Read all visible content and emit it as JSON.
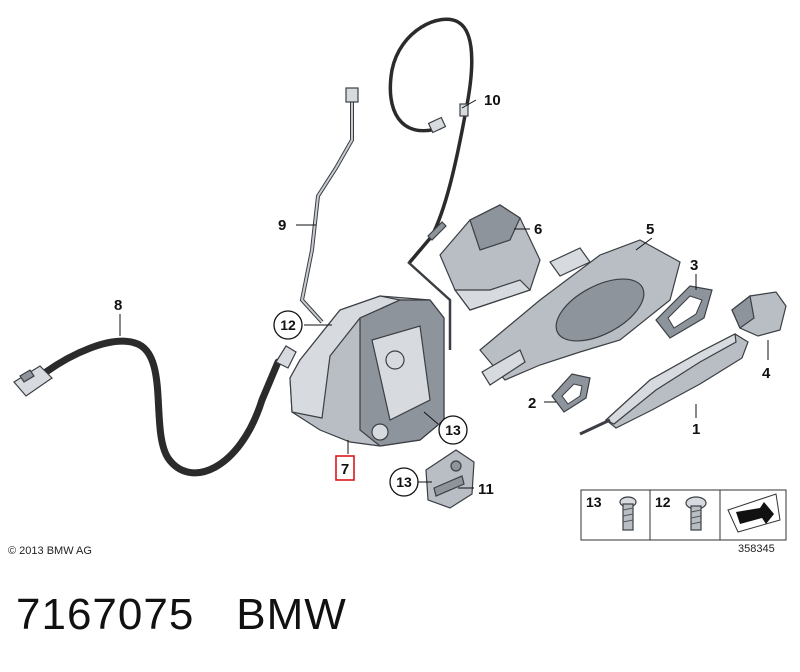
{
  "copyright": "© 2013 BMW AG",
  "diagram_number": "358345",
  "footer": {
    "part_number": "7167075",
    "brand": "BMW"
  },
  "labels": {
    "p1": "1",
    "p2": "2",
    "p3": "3",
    "p4": "4",
    "p5": "5",
    "p6": "6",
    "p7": "7",
    "p8": "8",
    "p9": "9",
    "p10": "10",
    "p11": "11",
    "p12": "12",
    "p13a": "13",
    "p13b": "13"
  },
  "legend": {
    "screw13": "13",
    "screw12": "12"
  },
  "colors": {
    "highlight": "#d8191c",
    "part": "#b9bec4",
    "outline": "#3b3f44"
  }
}
